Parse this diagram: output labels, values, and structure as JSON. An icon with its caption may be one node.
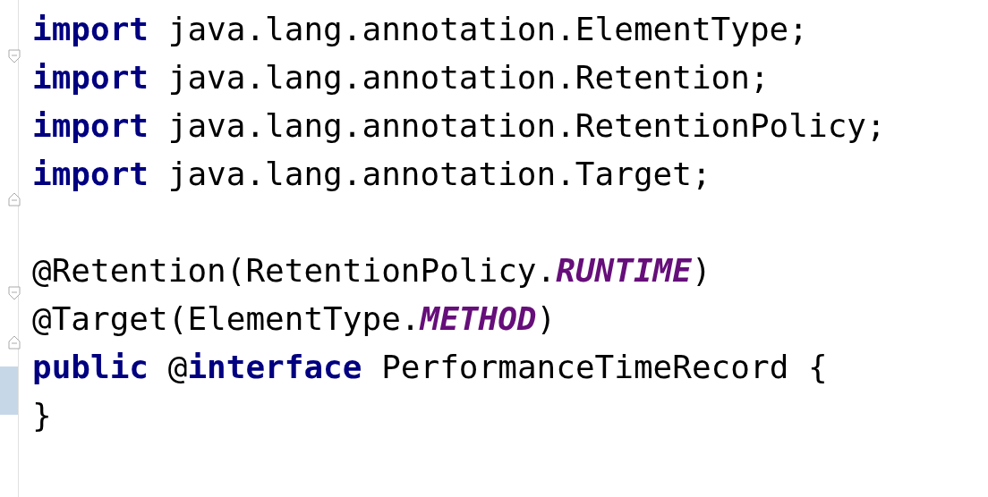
{
  "diagram": {
    "labels": [
      "**import** java.lang.annotation.ElementType;",
      "**import** java.lang.annotation.Retention;",
      "**import** java.lang.annotation.RetentionPolicy;",
      "**import** java.lang.annotation.Target;",
      "@Retention(RetentionPolicy.*RUNTIME*)",
      "@Target(ElementType.*METHOD*)",
      "**public** @**interface** PerformanceTimeRecord {",
      "}"
    ]
  }
}
